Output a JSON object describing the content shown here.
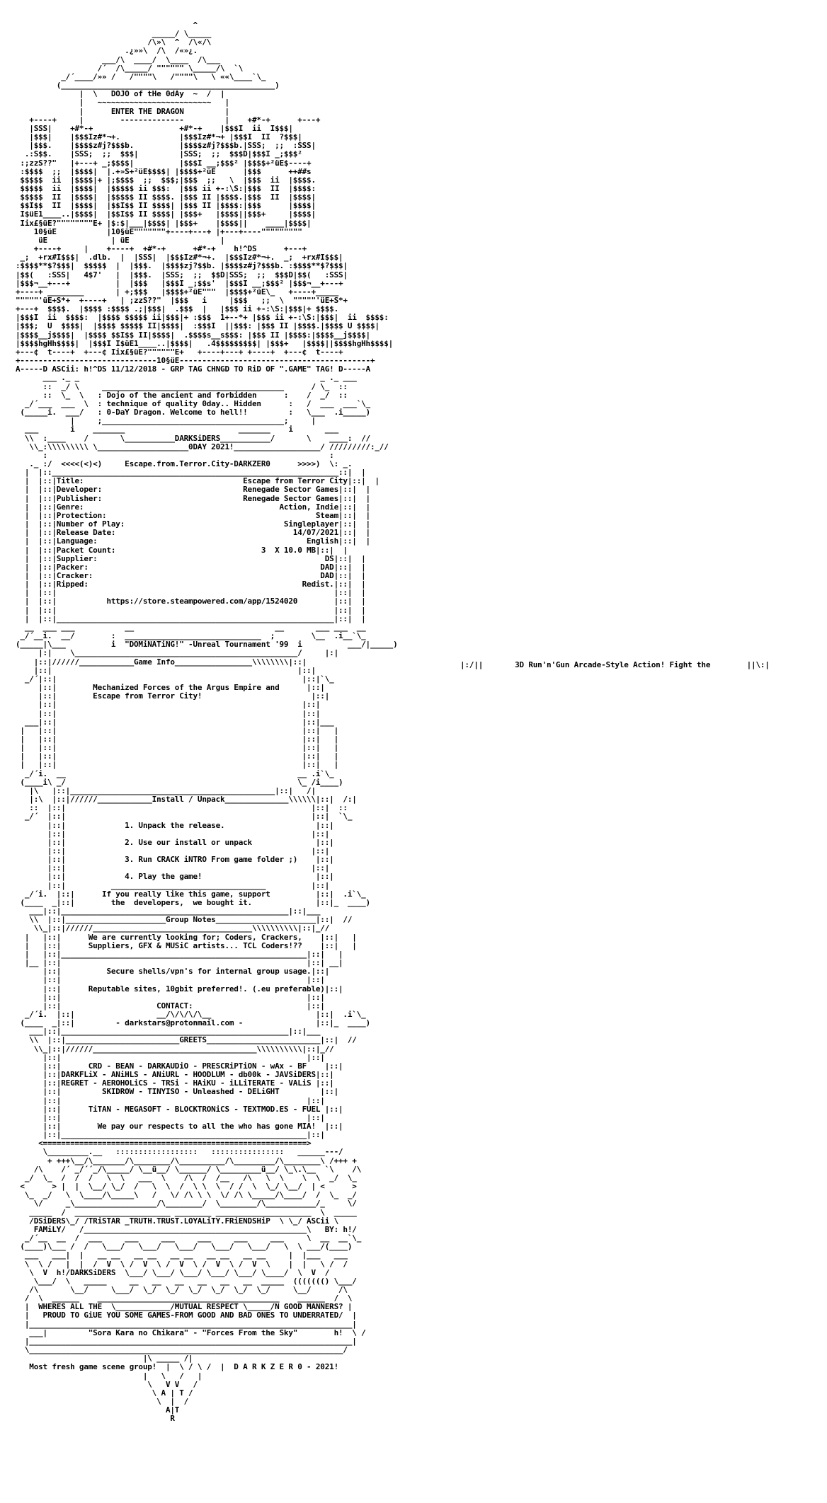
{
  "nfo": {
    "lines": [
      "                                       ^",
      "                              _____/ \\_____",
      "                             /\\»\\  ^  /\\«/\\",
      "                        .¿»»\\  /\\  /«»¿.",
      "                   ___/\\  ____/  \\____  /\\___",
      "                  /´  /\\_____/ \"\"\"\"\"\" \\_____/\\  `\\",
      "          _/´____/»» /   /\"\"\"\"\\   /\"\"\"\"\\   \\ ««\\____`\\_",
      "         (_______________________________________________)",
      "              |  \\   DOJO of tHe 0dAy  ~  /  |",
      "              |   ~~~~~~~~~~~~~~~~~~~~~~~~~   |",
      "              |      ENTER THE DRAGON         |",
      "   +----+     |        --------------         |    +#*-+      +---+",
      "   |SSS|    +#*-+                   +#*-+    |$$$I  ii  I$$$|",
      "   |$$$|    |$$$Iz#*¬+.             |$$$Iz#*¬+ |$$$I  II  ?$$$|",
      "   |$$$.    |$$$$z#j?$$$b.          |$$$$z#j?$$$b.|SSS;  ;;  :SSS|",
      "  .:S$$.    |SSS;  ;;  $$$|         |SSS;  ;;  $$$D|$$$I _;$$$²",
      " :;zzS??\"   |+---+ _;$$$$|          |$$$I __;$$$² |$$$$+²üE$----+",
      " :$$$$  ;;  |$$$$|  |.+»S+²üE$$$$| |$$$$+²üE      |$$$      ++##s",
      " $$$$$  ii  |$$$$|+ |;$$$$  ;;  $$$;|$$$  ;;   \\  |$$$  ii  |$$$$.",
      " $$$$$  ii  |$$$$|  |$$$$$ ii $$$:  |$$$ ii +-:\\S:|$$$  II  |$$$$:",
      " $$$$$  II  |$$$$|  |$$$$$ II $$$$. |$$$ II |$$$$.|$$$  II  |$$$$|",
      " $$I$$  II  |$$$$|  |$$I$$ II $$$$| |$$$ II |$$$$:|$$$      |$$$$|",
      " I$üE1____..|$$$$|  |$$I$$ II $$$$| |$$$+   |$$$$||$$$+     |$$$$|",
      " Iix£§üE?\"\"\"\"\"\"\"\"E+ |$:$|___|$$$$| |$$$+    |$$$$||    ____|$$$$|",
      "    10§üE           |10§üE\"\"\"\"\"\"\"+----+---+ |+---+----\"\"\"\"\"\"\"\"\"",
      "     üE              | üE                    |",
      "    +----+     |    +----+  +#*-+      +#*-+    h!^DS      +---+",
      " _;  +rx#I$$$|  .dlb.  |  |SSS|  |$$$Iz#*¬+.  |$$$Iz#*¬+.  _;  +rx#I$$$|",
      ":$$$$**$?$$$|  $$$$$  |  |$$$.  |$$$$zj?$$b. |$$$$z#j?$$$b. :$$$$**$?$$$|",
      "|$$(   :SSS|   4$7'   |  |$$$.  |SSS;  ;;  $$D|SSS;  ;;  $$$D|$$(   :SSS|",
      "|$$$¬__+---+          |  |$$$   |$$$I _;$$s'  |$$$I __;$$$² |$$$¬__+---+",
      "+----+ ________       | +;$$$   |$$$$+²üE\"\"\"  |$$$$+²üE\\_   +----+_____",
      "\"\"\"\"\"'üE+S*+  +----+   | ;zzS??\"  |$$$   i     |$$$   ;;  \\  \"\"\"\"\"'üE+S*+",
      "+---+  $$$$.  |$$$$ :$$$$ .;|$$$|  .$$$  |   |$$$ ii +-:\\S:|$$$|+ $$$$.",
      "|$$$I  ii  $$$$:  |$$$$ $$$$$ ii|$$$|+ :$$$  1+--*+ |$$$ ii +-:\\S:|$$$|  ii  $$$$:",
      "|$$$;  U  $$$$|  |$$$$ $$$$$ II|$$$$|  :$$$I  ||$$$: |$$$ II |$$$$.|$$$$ U $$$$|",
      "|$$$$__j$$$$|  |$$$$ $$I$$ II|$$$$|  .$$$$s__s$$$: |$$$ II |$$$$:|$$$$__j$$$$|",
      "|$$$$hgHh$$$$|  |$$$I I$üE1____..|$$$$|   .4$$$$$$$$$| |$$$+   |$$$$||$$$$hgHh$$$$|",
      "+---¢  t----+  +---¢ Iix£§üE?\"\"\"\"\"\"E+   +----+---+ +----+  +---¢  t----+",
      "+------------------------------10§üE------------------------------------------+",
      "A-----D ASCii: h!^DS 11/12/2018 - GRP TAG CHNGD TO RiD OF \".GAME\" TAG! D-----A",
      "      ___ ._ _                                                     _ ._ ___",
      "      ::  _/ \\     ________________________________________      / \\_  ::",
      "      ::  \\_  \\   : Dojo of the ancient and forbidden      :    /  _/  ::",
      "  _/´___  ___  \\  : technique of quality 0day.. Hidden      :   /  ___  ___`\\_",
      " (_____i.  ___/   : 0-DaY Dragon. Welcome to hell!!         :   \\___  .i_____)",
      "            |     ;________________________________________;     |",
      "  ___       i    _______                         _______    i       ___",
      "  \\\\  :____    /       \\___________DARKSiDERS___________/       \\    ____:  //",
      "   \\\\_:\\\\\\\\\\\\\\\\\\ \\____________________0DAY 2021!___________________/ /////////:_//",
      "      :                                                              :",
      "   ._ :/  <<<<(<)<)     Escape.from.Terror.City-DARKZER0      >>>>)  \\: _.",
      "  |  |::_______________________________________________________________::|  |",
      "  |  |::|Title:                                   Escape from Terror City|::|  |",
      "  |  |::|Developer:                               Renegade Sector Games|::|  |",
      "  |  |::|Publisher:                               Renegade Sector Games|::|  |",
      "  |  |::|Genre:                                           Action, Indie|::|  |",
      "  |  |::|Protection:                                              Steam|::|  |",
      "  |  |::|Number of Play:                                   Singleplayer|::|  |",
      "  |  |::|Release Date:                                       14/07/2021|::|  |",
      "  |  |::|Language:                                              English|::|  |",
      "  |  |::|Packet Count:                                3  X 10.0 MB|::|  |",
      "  |  |::|Supplier:                                                  DS|::|  |",
      "  |  |::|Packer:                                                   DAD|::|  |",
      "  |  |::|Cracker:                                                  DAD|::|  |",
      "  |  |::|Ripped:                                               Redist.|::|  |",
      "  |  |::|                                                             |::|  |",
      "  |  |::|           https://store.steampowered.com/app/1524020        |::|  |",
      "  |  |::|                                                             |::|  |",
      "  |  |::|_____________________________________________________________|::|  |",
      "  __  ___ ___           __                               __       ___ ___  __",
      " _/´__i.  __/        :  ______________________________  ;        \\__  .i__`\\_",
      "(_____|\\___          i  \"DOMiNATiNG!\" -Unreal Tournament '99  i          ___/|_____)",
      "     |:|    \\_________________________________________________/     |:|",
      "    |::|//////____________Game Info_________________\\\\\\\\\\\\\\\\|::|",
      "    |::|                                                      |::|",
      "  _/´|::|                                                      |::|`\\_",
      "     |::|        Mechanized Forces of the Argus Empire and      |::|",
      "     |::|        Escape from Terror City!                        |::|",
      "     |::|                                                      |::|",
      "     |::|                                                      |::|",
      "  ___|::|                                                      |::|___",
      " |   |::|                                                      |::|   |",
      " |   |::|                                                      |::|   |",
      " |   |::|                                                      |::|   |",
      " |   |::|                                                      |::|   |",
      " |   |::|                                                      |::|   |",
      "  _/´i.  __                                                   __ .i`\\_",
      " (____i\\ _/                                                   \\_ /i____)",
      "   |\\   |::|_____________________________________________|::|   /|",
      "   |:\\  |::|//////____________Install / Unpack______________\\\\\\\\\\\\|::|  /:|",
      "   ::  |::|                                                      |::|  ::",
      "  _/´  |::|                                                      |::|  `\\_",
      "       |::|             1. Unpack the release.                    |::|",
      "       |::|                                                      |::|",
      "       |::|             2. Use our install or unpack              |::|",
      "       |::|                                                      |::|",
      "       |::|             3. Run CRACK iNTRO From game folder ;)    |::|",
      "       |::|                                                      |::|",
      "       |::|             4. Play the game!                         |::|",
      "       |::|          __________________________________          |::|",
      "  _/´i.  |::|      If you really like this game, support          |::|  .i`\\_",
      " (____  _|::|        the  developers,  we bought it.              |::|_  ____)",
      "   ___|::|__________________________________________________|::|___",
      "   \\\\  |::|______________________Group Notes______________________|::|  //",
      "    \\\\_|::|//////___________________________________\\\\\\\\\\\\\\\\\\\\|::|_//",
      "  |   |::|      We are currently looking for; Coders, Crackers,    |::|   |",
      "  |   |::|      Suppliers, GFX & MUSiC artists... TCL Coders!??    |::|   |",
      "  |   |::|______________________________________________________|::|   |",
      "  |__ |::|                                                      |::| __|",
      "      |::|          Secure shells/vpn's for internal group usage.|::|",
      "      |::|                                                      |::|",
      "      |::|      Reputable sites, 10gbit preferred!. (.eu preferable)|::|",
      "      |::|                                                      |::|",
      "      |::|                     CONTACT:                         |::|",
      "  _/´i.  |::|                  __/\\/\\/\\/\\__                       |::|  .i`\\_",
      " (____  _|::|         - darkstars@protonmail.com -                |::|_  ____)",
      "   ___|::|__________________________________________________|::|___",
      "   \\\\  |::|_________________________GREETS_________________________|::|  //",
      "    \\\\_|::|//////____________________________________\\\\\\\\\\\\\\\\\\\\|::|_//",
      "      |::|                                                      |::|",
      "      |::|      CRD - BEAN - DARKAUDiO - PRESCRiPTiON - wAx - BF    |::|",
      "      |::|DARKFLiX - ANiHLS - ANiURL - HOODLUM - db00k - JAVSiDERS|::|",
      "      |::|REGRET - AEROHOLiCS - TRSi - HAiKU - iLLiTERATE - VALiS |::|",
      "      |::|         SKIDROW - TINYISO - Unleashed - DELiGHT         |::|",
      "      |::|                                                      |::|",
      "      |::|      TiTAN - MEGASOFT - BLOCKTRONiCS - TEXTMOD.ES - FUEL |::|",
      "      |::|                                                      |::|",
      "      |::|        We pay our respects to all the who has gone MIA!  |::|",
      "      |::|______________________________________________________|::|",
      "     <==========================================================>",
      "      \\_________.__   ::::::::::::::::::   ::::::::::::::::   ______---/",
      "       + +++\\__/\\_______/\\________/\\__________/\\_________/\\________\\ /+++ +",
      "    /\\    /´ _/´´_/\\_____/ \\__ü__/ \\______/ \\_________ü__/ \\_\\.\\__  `\\    /\\",
      "  _/  \\_  /  /  /   \\  \\   ___  \\    /\\  /  /__   /\\   \\  \\    \\  \\  _/  \\_",
      " <      > |  |  \\__/ \\_/  /   \\  \\  /  \\ \\  \\  / /  \\  \\_/ \\__/  | <      >",
      "  \\_  _/   \\  \\____/\\_____\\   /   \\/ /\\ \\ \\  \\/ /\\ \\_____/\\____/  /  \\_  _/",
      "    \\/     _\\__________________/\\________/  \\________/\\___________/_     \\/",
      "   _____  /  _____________________ ________ _____________________  \\  _____",
      "   /DSiDERS\\_/ /TRiSTAR _TRUTH.TRUST.LOYALiTY.FRiENDSHiP  \\ \\_/ ASCii \\",
      "    FAMiLY/   /_________________________________________________\\   BY: h!/",
      "  _/´__  __  /  ___     ___     ___     ___     ___     ___     \\  __  __`\\_",
      " (____)\\___ /  /   \\___/   \\___/   \\___/   \\___/   \\___/   \\  \\ ___/(____)",
      "  ___   ___|  |   __ __   __ __   __ __   __ __   __ __     |  |___   ___",
      "  \\  \\ /   |  |  /  V  \\ /  V  \\ /  V  \\ /  V  \\ /  V  \\    |  |   \\ /  /",
      "   \\  V  h!/DARKSiDERS  \\___/ \\___/ \\___/ \\___/ \\___/ \\____/  \\  V  /",
      "    \\___/  \\   _____     __   __   __   __   __   __  _____  ((((((() \\___/",
      "   /\\       \\__/     \\___/  \\_/  \\_/  \\_/  \\_/  \\_/  \\_/     \\__/      /\\",
      "  /  \\  ______    ________________________________________    ______  /  \\",
      "  |  WHERES ALL THE  \\____________/MUTUAL RESPECT \\_____/N GOOD MANNERS? |",
      "  |   PROUD TO GiUE YOU SOME GAMES-FROM GOOD AND BAD ONES TO UNDERRATED/  |",
      "  |_______________________________________________________________________|",
      "   ___|         \"Sora Kara no Chikara\" - \"Forces From the Sky\"        h!  \\ /",
      "  |_______________________________________________________________________|",
      "  \\_____________________________________________________________________/",
      "                            |\\ _____ /|",
      "   Most fresh game scene group!  |  \\ / \\ /  |  D A R K Z E R 0 - 2021!",
      "                            |   \\   /   |",
      "                             \\   V V   /",
      "                              \\ A | T /",
      "                               \\  |  /",
      "                                 A|T",
      "                                  R"
    ]
  },
  "side_text": "|:/||       3D Run'n'Gun Arcade-Style Action! Fight the        ||\\:|"
}
